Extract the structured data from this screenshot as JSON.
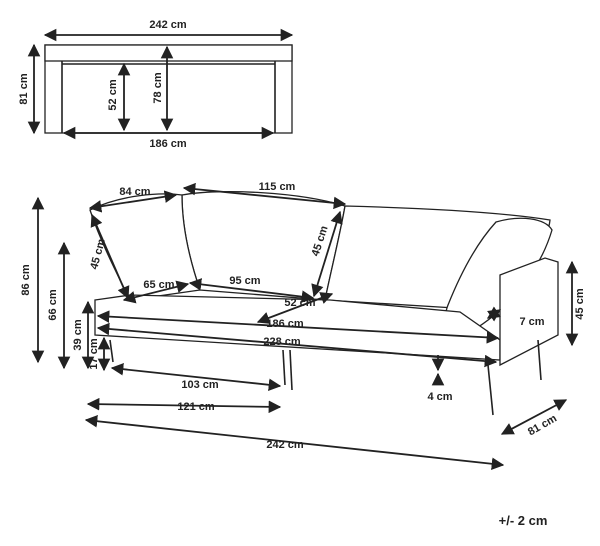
{
  "top_view": {
    "width_label": "242 cm",
    "depth_label": "81 cm",
    "seat_depth_label": "52 cm",
    "total_depth_label": "78 cm",
    "inner_width_label": "186 cm"
  },
  "front_view": {
    "armrest_to_back_label": "84 cm",
    "cushion_width_label": "115 cm",
    "cushion_height_a_label": "45 cm",
    "cushion_height_b_label": "45 cm",
    "total_height_label": "86 cm",
    "back_height_label": "66 cm",
    "seat_height_label": "39 cm",
    "leg_height_label": "17 cm",
    "seat_depth_label": "65 cm",
    "seat_inner_label": "95 cm",
    "seat_front_label": "52 cm",
    "seat_width_label": "186 cm",
    "base_width_label": "228 cm",
    "armrest_width_label": "7 cm",
    "armrest_height_label": "45 cm",
    "leg_clearance_label": "4 cm",
    "half_base_label": "103 cm",
    "half_total_label": "121 cm",
    "total_width_label": "242 cm",
    "total_depth_label": "81 cm"
  },
  "tolerance_label": "+/- 2 cm"
}
